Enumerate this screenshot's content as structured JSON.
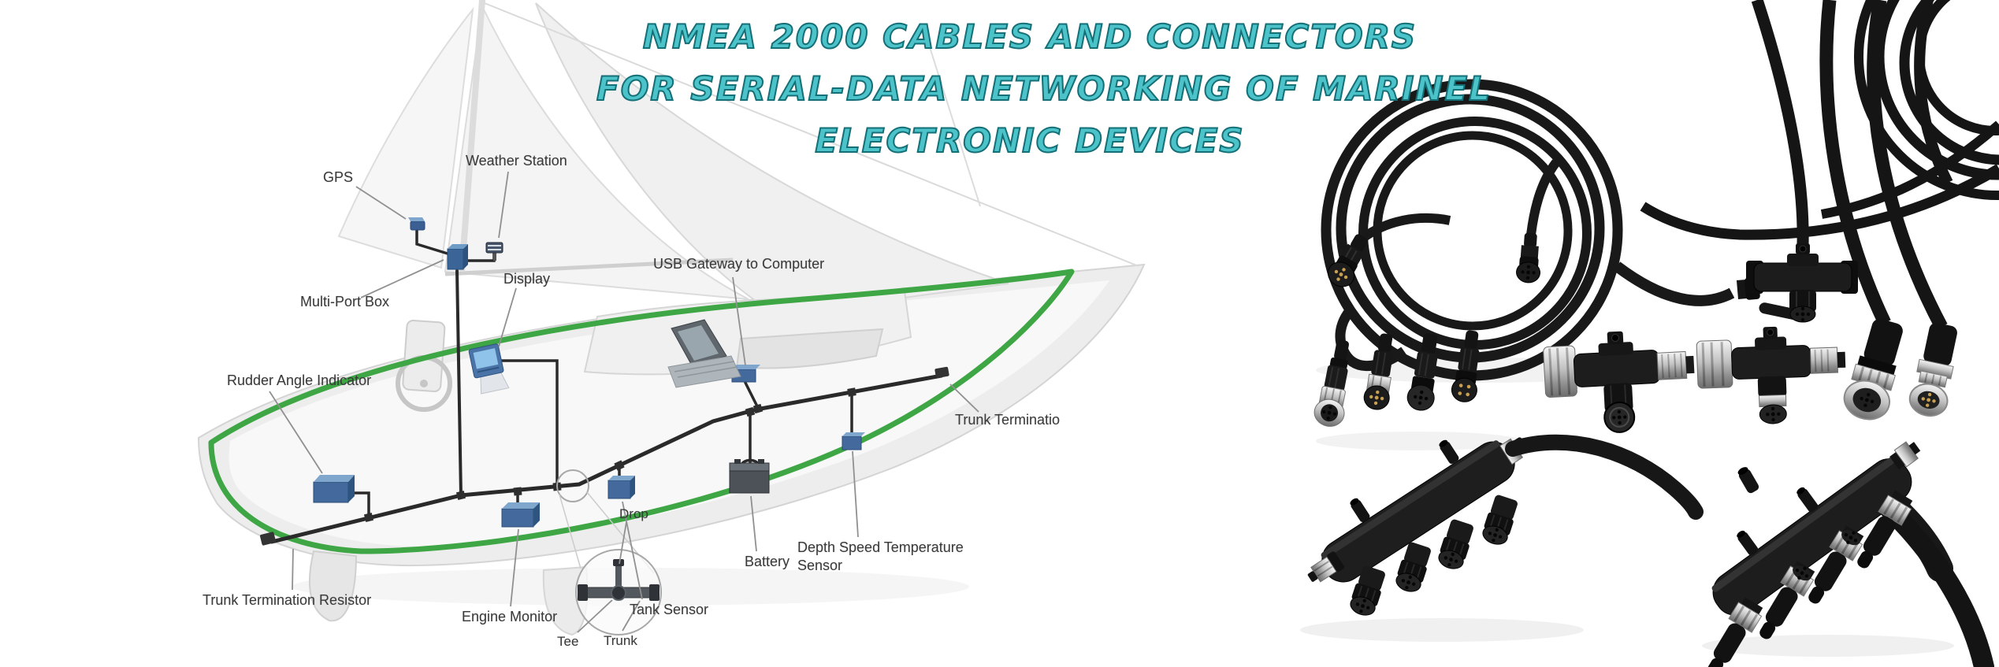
{
  "title": {
    "lines": [
      "NMEA 2000 CABLES AND CONNECTORS",
      "FOR SERIAL-DATA NETWORKING OF MARINEL",
      "ELECTRONIC DEVICES"
    ],
    "fill_color": "#4cc2c9",
    "outline_color": "#156f77"
  },
  "diagram": {
    "description": "NMEA 2000 network on a sailboat",
    "labels": [
      {
        "id": "gps",
        "text": "GPS"
      },
      {
        "id": "weather-station",
        "text": "Weather Station"
      },
      {
        "id": "multi-port-box",
        "text": "Multi-Port Box"
      },
      {
        "id": "display",
        "text": "Display"
      },
      {
        "id": "usb-gateway",
        "text": "USB Gateway to Computer"
      },
      {
        "id": "rudder-angle-indicator",
        "text": "Rudder Angle Indicator"
      },
      {
        "id": "trunk-termination",
        "text": "Trunk Terminatio"
      },
      {
        "id": "trunk-termination-resistor",
        "text": "Trunk Termination Resistor"
      },
      {
        "id": "engine-monitor",
        "text": "Engine Monitor"
      },
      {
        "id": "drop",
        "text": "Drop"
      },
      {
        "id": "tee",
        "text": "Tee"
      },
      {
        "id": "trunk",
        "text": "Trunk"
      },
      {
        "id": "tank-sensor",
        "text": "Tank Sensor"
      },
      {
        "id": "battery",
        "text": "Battery"
      },
      {
        "id": "depth-speed-temperature-sensor",
        "text": "Depth Speed Temperature\nSensor"
      }
    ],
    "colors": {
      "backbone_loop": "#3ea644",
      "device_box": "#44699c",
      "cable": "#2a2a2a",
      "label_text": "#3a3a3a",
      "hull_outline": "#d4d4d4"
    }
  },
  "products": {
    "items": [
      {
        "id": "coiled-cable-left",
        "name": "coiled drop cable with two connectors"
      },
      {
        "id": "coiled-cable-top-right",
        "name": "coiled backbone cable bundle"
      },
      {
        "id": "field-connector-1",
        "name": "field connector, metal female ring"
      },
      {
        "id": "field-connector-2",
        "name": "field connector, male pins"
      },
      {
        "id": "field-connector-3",
        "name": "field connector, black female"
      },
      {
        "id": "field-connector-4",
        "name": "field connector, black male"
      },
      {
        "id": "tee-connector-black",
        "name": "tee connector, black"
      },
      {
        "id": "tee-connector-metal-1",
        "name": "tee connector with metal couplers"
      },
      {
        "id": "tee-connector-metal-2",
        "name": "tee connector with metal couplers"
      },
      {
        "id": "cable-end-female",
        "name": "cable end, female metal face"
      },
      {
        "id": "cable-end-male",
        "name": "cable end, male gold pins"
      },
      {
        "id": "multiport-tee-black",
        "name": "4-port multi-drop tee, black ports"
      },
      {
        "id": "multiport-tee-metal",
        "name": "4-port multi-drop tee, metal ring ports"
      }
    ],
    "body_color": "#1d1d1d",
    "metal_color": "#c7c7c7",
    "pin_color": "#c9a050"
  }
}
